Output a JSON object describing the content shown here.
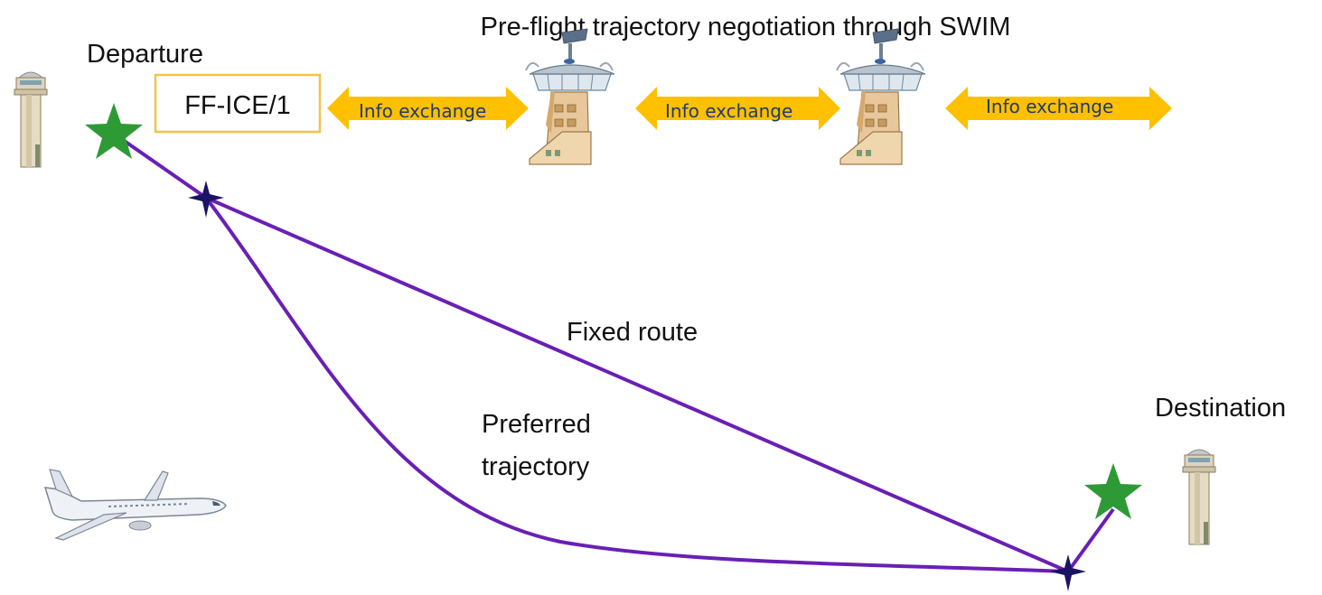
{
  "title": "Pre-flight trajectory negotiation through SWIM",
  "departure_label": "Departure",
  "destination_label": "Destination",
  "ffice_box": "FF-ICE/1",
  "info_arrows": [
    "Info exchange",
    "Info exchange",
    "Info exchange"
  ],
  "fixed_route_label": "Fixed route",
  "preferred_trajectory_label": [
    "Preferred",
    "trajectory"
  ],
  "colors": {
    "route_line": "#6a1fb4",
    "star": "#2e9a36",
    "waypoint": "#1b1464",
    "arrow": "#ffc000",
    "ffice_border": "#f2c34b"
  },
  "icons": {
    "departure_tower": "control-tower-icon",
    "destination_tower": "control-tower-icon",
    "atc_centers": [
      "atc-center-icon",
      "atc-center-icon"
    ],
    "aircraft": "airplane-icon"
  }
}
